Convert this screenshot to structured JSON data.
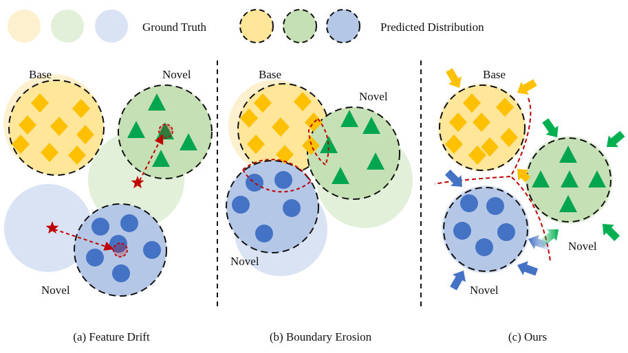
{
  "legend": {
    "ground_truth": "Ground Truth",
    "predicted": "Predicted Distribution"
  },
  "panels": {
    "a": {
      "caption": "(a) Feature Drift",
      "base": "Base",
      "novel_top": "Novel",
      "novel_bottom": "Novel"
    },
    "b": {
      "caption": "(b) Boundary Erosion",
      "base": "Base",
      "novel_top": "Novel",
      "novel_bottom": "Novel"
    },
    "c": {
      "caption": "(c) Ours",
      "base": "Base",
      "novel_right": "Novel",
      "novel_bottom": "Novel"
    }
  },
  "colors": {
    "yellow_gt": "#fdf0cf",
    "green_gt": "#e2efd9",
    "blue_gt": "#dae3f3",
    "yellow_pred": "#ffe699",
    "green_pred": "#c5e0b4",
    "blue_pred": "#b4c7e7",
    "diamond": "#ffc000",
    "triangle": "#00a550",
    "dot": "#4472c4",
    "drift_red": "#c00000",
    "arrow_yellow": "#ffc000",
    "arrow_green": "#00b050",
    "arrow_blue": "#4472c4"
  }
}
